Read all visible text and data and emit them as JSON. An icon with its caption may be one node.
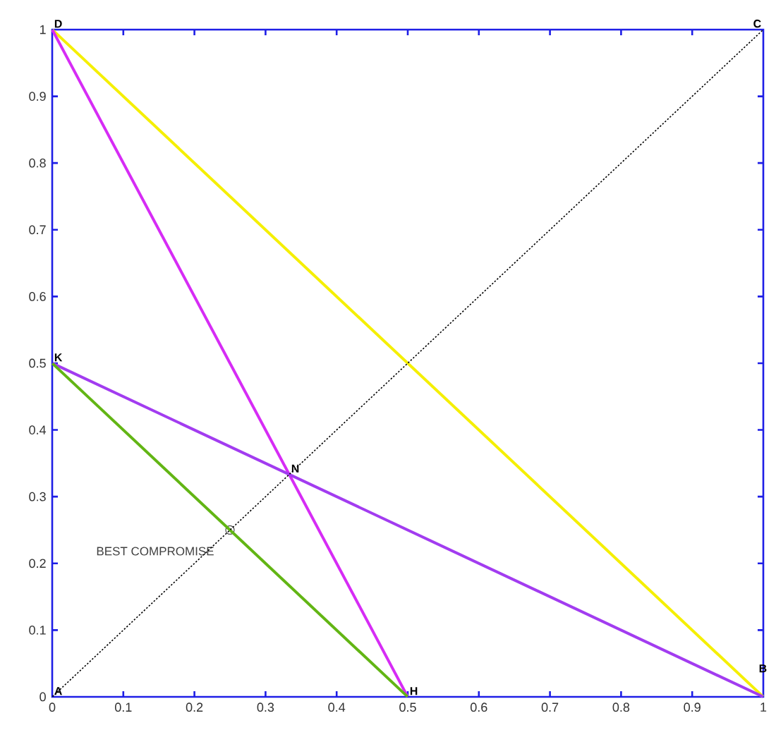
{
  "diagram": {
    "nodes": [
      {
        "text": [
          "D"
        ]
      },
      {
        "text": [
          "C"
        ]
      },
      {
        "text": [
          "K"
        ]
      },
      {
        "text": [
          "N"
        ]
      },
      {
        "text": [],
        "shape": "circle",
        "beside": [
          "BEST COMPROMISE"
        ]
      },
      {
        "text": [
          "A"
        ]
      },
      {
        "text": [
          "H"
        ]
      },
      {
        "text": [
          "B"
        ]
      }
    ],
    "edges": [
      {
        "from": 0,
        "to": 7,
        "arrow": "none",
        "color": "#f5ef00"
      },
      {
        "from": 0,
        "to": 6,
        "arrow": "none",
        "color": "#d62cf5"
      },
      {
        "from": 2,
        "to": 7,
        "arrow": "none",
        "color": "#a23cf0"
      },
      {
        "from": 2,
        "to": 6,
        "arrow": "none",
        "color": "#62b514"
      },
      {
        "from": 5,
        "to": 1,
        "arrow": "none",
        "style": "dashed",
        "color": "#000000"
      }
    ],
    "labels": [
      "1",
      "0.9",
      "0.8",
      "0.7",
      "0.6",
      "0.5",
      "0.4",
      "0.3",
      "0.2",
      "0.1",
      "0",
      "0",
      "0.1",
      "0.2",
      "0.3",
      "0.4",
      "0.5",
      "0.6",
      "0.7",
      "0.8",
      "0.9",
      "1"
    ]
  }
}
